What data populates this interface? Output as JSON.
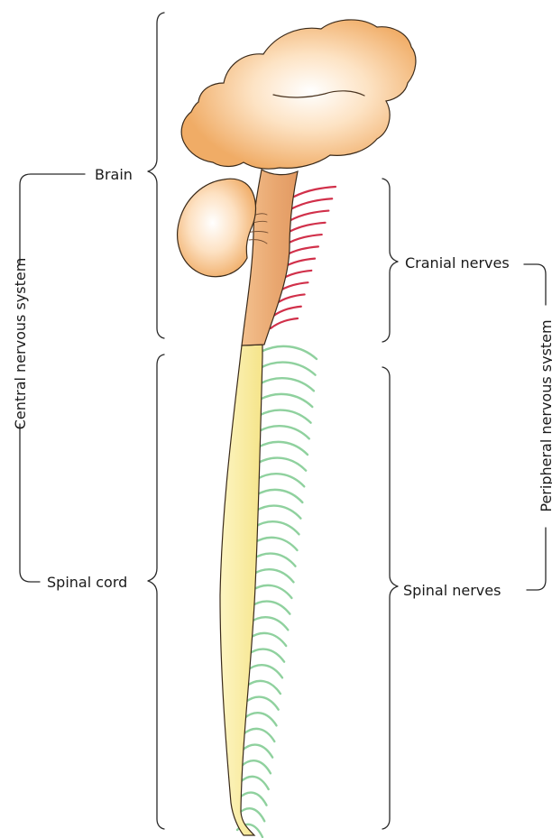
{
  "labels": {
    "brain": "Brain",
    "spinal_cord": "Spinal cord",
    "cranial_nerves": "Cranial nerves",
    "spinal_nerves": "Spinal nerves",
    "central_nervous_system": "Central nervous system",
    "peripheral_nervous_system": "Peripheral nervous system"
  },
  "colors": {
    "brain_fill": "#f2b878",
    "brain_highlight": "#fff6ea",
    "brainstem_fill": "#eba871",
    "spinal_cord_fill": "#faeea0",
    "cranial_nerve": "#d1304a",
    "spinal_nerve": "#8fd19e"
  }
}
